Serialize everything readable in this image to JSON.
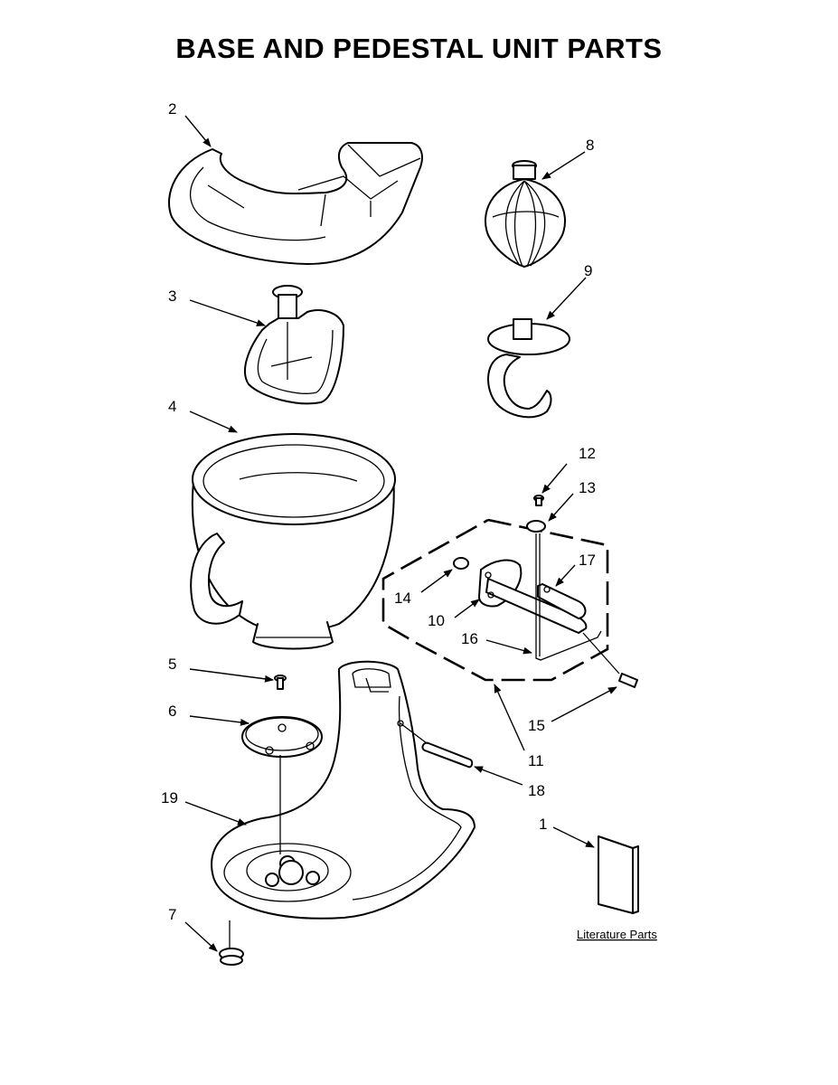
{
  "page": {
    "title": "BASE AND PEDESTAL UNIT PARTS"
  },
  "callouts": {
    "c1": "1",
    "c2": "2",
    "c3": "3",
    "c4": "4",
    "c5": "5",
    "c6": "6",
    "c7": "7",
    "c8": "8",
    "c9": "9",
    "c10": "10",
    "c11": "11",
    "c12": "12",
    "c13": "13",
    "c14": "14",
    "c15": "15",
    "c16": "16",
    "c17": "17",
    "c18": "18",
    "c19": "19"
  },
  "literature": {
    "label": "Literature Parts"
  }
}
